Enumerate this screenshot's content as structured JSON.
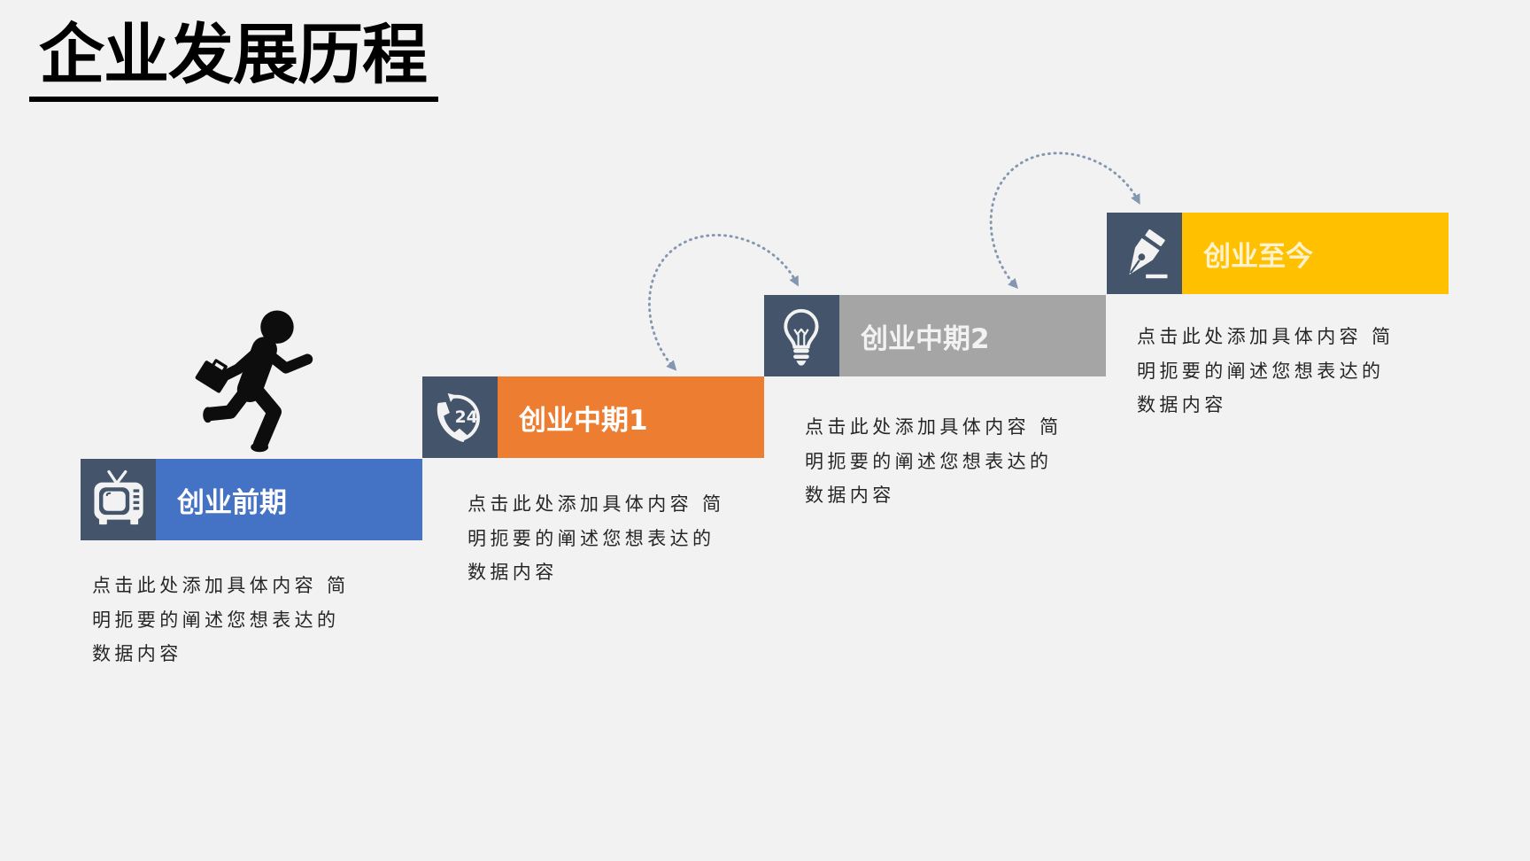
{
  "title": "企业发展历程",
  "colors": {
    "background": "#F2F2F2",
    "title": "#000000",
    "icon_box": "#44546A",
    "icon": "#F2F2F2",
    "arc": "#8497B0",
    "description_text": "#262626",
    "figure": "#0D0D0D"
  },
  "figure_icon": "running-businessman-icon",
  "steps": [
    {
      "label": "创业前期",
      "icon": "tv-icon",
      "color": "#4472C4",
      "label_color": "#FFFFFF",
      "description": [
        "点击此处添加具体内容 简",
        "明扼要的阐述您想表达的",
        "数据内容"
      ]
    },
    {
      "label": "创业中期1",
      "icon": "phone-24h-icon",
      "icon_text": "24",
      "color": "#ED7D31",
      "label_color": "#FFFFFF",
      "description": [
        "点击此处添加具体内容 简",
        "明扼要的阐述您想表达的",
        "数据内容"
      ]
    },
    {
      "label": "创业中期2",
      "icon": "lightbulb-icon",
      "color": "#A5A5A5",
      "label_color": "#F2F2F2",
      "description": [
        "点击此处添加具体内容 简",
        "明扼要的阐述您想表达的",
        "数据内容"
      ]
    },
    {
      "label": "创业至今",
      "icon": "pen-nib-icon",
      "color": "#FFC000",
      "label_color": "#FFF2CC",
      "description": [
        "点击此处添加具体内容 简",
        "明扼要的阐述您想表达的",
        "数据内容"
      ]
    }
  ]
}
